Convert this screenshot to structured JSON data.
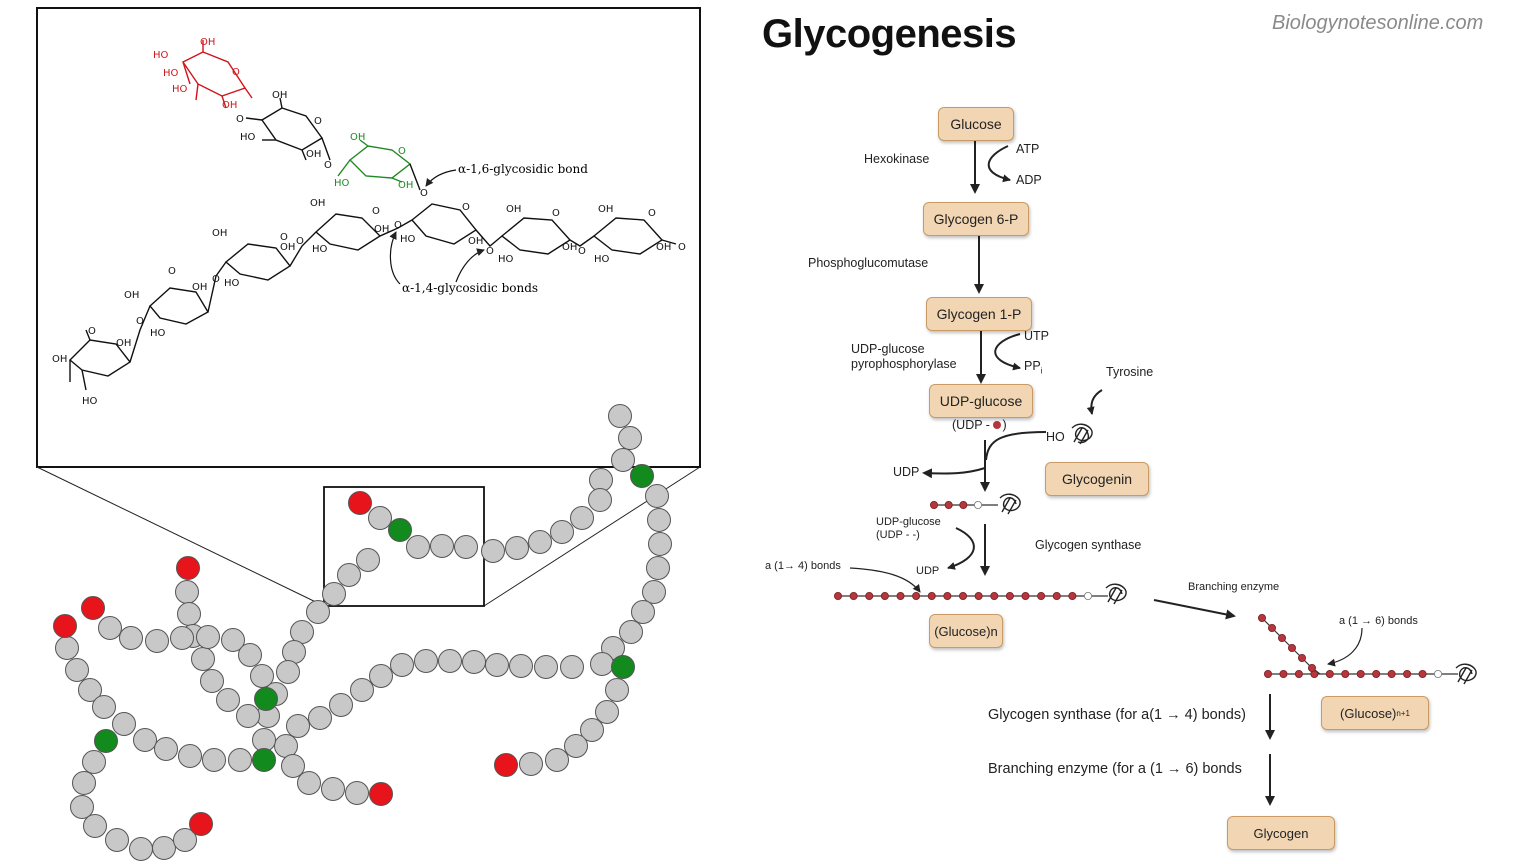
{
  "title": "Glycogenesis",
  "source": "Biologynotesonline.com",
  "inset": {
    "bond_16": "α-1,6-glycosidic bond",
    "bond_14": "α-1,4-glycosidic bonds"
  },
  "pathway": {
    "boxes": {
      "glucose": "Glucose",
      "g6p": "Glycogen 6-P",
      "g1p": "Glycogen 1-P",
      "udp_glucose": "UDP-glucose",
      "glycogenin": "Glycogenin",
      "glucose_n": "(Glucose)n",
      "glucose_n1": "(Glucose)",
      "glucose_n1_sub": "n+1",
      "glycogen": "Glycogen"
    },
    "labels": {
      "hexokinase": "Hexokinase",
      "atp": "ATP",
      "adp": "ADP",
      "phosphoglucomutase": "Phosphoglucomutase",
      "udp_ppase_1": "UDP-glucose",
      "udp_ppase_2": "pyrophosphorylase",
      "utp": "UTP",
      "ppi": "PP",
      "ppi_sub": "i",
      "udp_tag": "(UDP - ",
      "udp_tag_close": ")",
      "tyrosine": "Tyrosine",
      "ho": "HO",
      "udp_out": "UDP",
      "udpg_1": "UDP-glucose",
      "udpg_2": "(UDP - -)",
      "glycogen_synthase": "Glycogen synthase",
      "udp_out2": "UDP",
      "bonds14": "a (1→ 4) bonds",
      "branching_enzyme": "Branching enzyme",
      "bonds16": "a (1 → 6) bonds",
      "gs_note": "Glycogen synthase (for a(1 → 4) bonds)",
      "be_note": "Branching enzyme (for a (1 → 6) bonds"
    }
  },
  "colors": {
    "box_fill": "#f2d6b3",
    "box_border": "#c99a64",
    "bead_gray": "#c8c8c8",
    "bead_red": "#e8141b",
    "bead_green": "#138a1e",
    "chain_red": "#b5363c",
    "chem_red": "#d0151b",
    "chem_green": "#1d8a22"
  }
}
